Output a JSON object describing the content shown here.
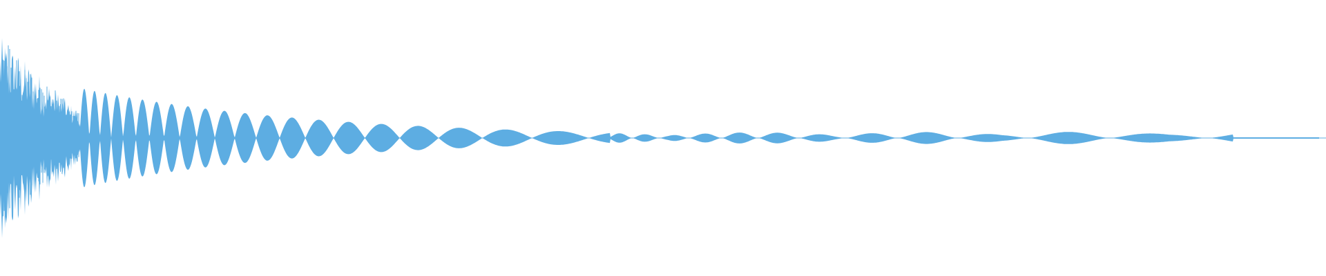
{
  "waveform": {
    "color": "#5dade2",
    "background": "#ffffff",
    "segments": [
      {
        "from_fraction": 0.0,
        "to_fraction": 0.06,
        "peak_amplitude": 0.74,
        "style": "dense-noise"
      },
      {
        "from_fraction": 0.06,
        "to_fraction": 0.46,
        "peak_amplitude": 0.36,
        "style": "decaying-oscillation"
      },
      {
        "from_fraction": 0.46,
        "to_fraction": 0.93,
        "peak_amplitude": 0.04,
        "style": "low-level-blips"
      },
      {
        "from_fraction": 0.93,
        "to_fraction": 1.0,
        "peak_amplitude": 0.005,
        "style": "tail"
      }
    ]
  }
}
